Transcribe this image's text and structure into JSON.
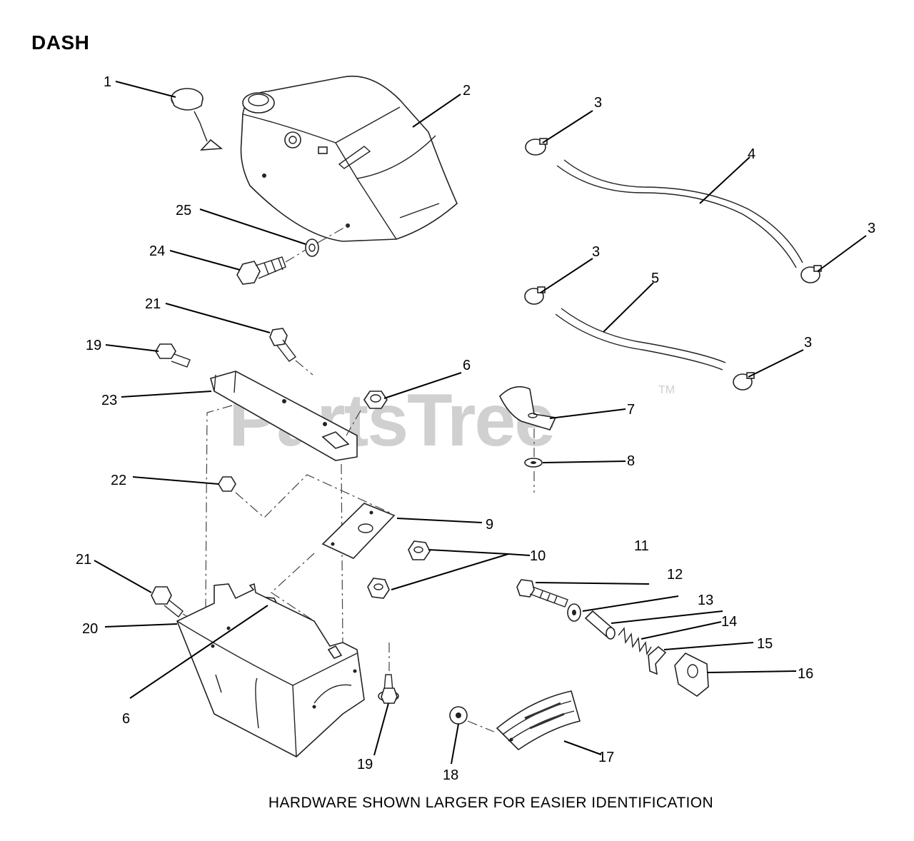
{
  "title": "DASH",
  "footer": "HARDWARE SHOWN LARGER FOR EASIER IDENTIFICATION",
  "watermark": "PartsTree",
  "watermark_mark": "TM",
  "callouts": {
    "c1": "1",
    "c2": "2",
    "c3a": "3",
    "c3b": "3",
    "c3c": "3",
    "c3d": "3",
    "c4": "4",
    "c5": "5",
    "c6a": "6",
    "c6b": "6",
    "c7": "7",
    "c8": "8",
    "c9": "9",
    "c10": "10",
    "c11": "11",
    "c12": "12",
    "c13": "13",
    "c14": "14",
    "c15": "15",
    "c16": "16",
    "c17": "17",
    "c18": "18",
    "c19a": "19",
    "c19b": "19",
    "c20": "20",
    "c21a": "21",
    "c21b": "21",
    "c22": "22",
    "c23": "23",
    "c24": "24",
    "c25": "25"
  }
}
